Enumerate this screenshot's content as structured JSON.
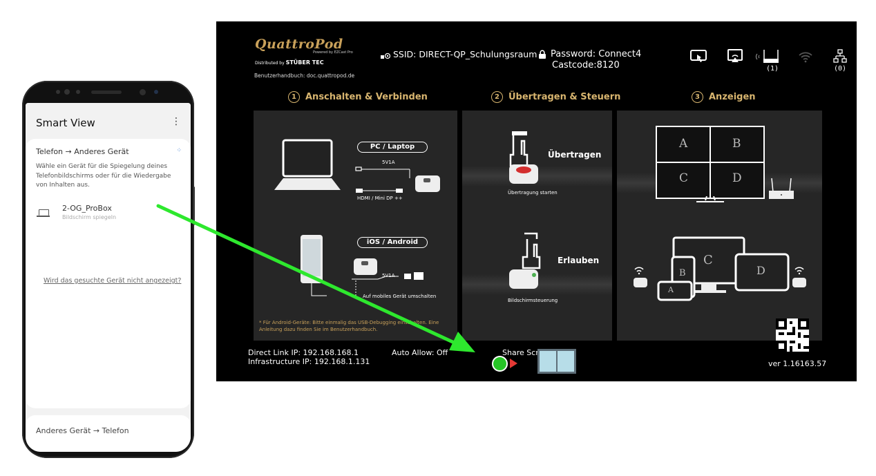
{
  "phone": {
    "app_title": "Smart View",
    "menu_icon": "more-vert-icon",
    "section1": {
      "title": "Telefon → Anderes Gerät",
      "description": "Wähle ein Gerät für die Spiegelung deines Telefonbildschirms oder für die Wiedergabe von Inhalten aus.",
      "devices": [
        {
          "icon": "laptop-icon",
          "name": "2-OG_ProBox",
          "subtitle": "Bildschirm spiegeln"
        }
      ],
      "not_found_link": "Wird das gesuchte Gerät nicht angezeigt?"
    },
    "section2": {
      "title": "Anderes Gerät → Telefon"
    }
  },
  "tv": {
    "logo": "QuattroPod",
    "powered_by": "Powered by EZCast Pro",
    "distributed_by": "Distributed by",
    "distributor": "STÜBER TEC",
    "manual": "Benutzerhandbuch: doc.quattropod.de",
    "ssid": "SSID: DIRECT-QP_Schulungsraum",
    "password": "Password: Connect4",
    "castcode": "Castcode:8120",
    "router_count": "(1)",
    "lan_count": "(0)",
    "steps": [
      {
        "num": "1",
        "label": "Anschalten & Verbinden"
      },
      {
        "num": "2",
        "label": "Übertragen & Steuern"
      },
      {
        "num": "3",
        "label": "Anzeigen"
      }
    ],
    "panel1": {
      "pc_label": "PC / Laptop",
      "pc_power": "5V1A",
      "pc_cable": "HDMI / Mini DP ++",
      "mobile_label": "iOS / Android",
      "mobile_power": "5V1A",
      "mobile_switch": "Auf mobiles Gerät umschalten",
      "note": "* Für Android-Geräte: Bitte einmalig das USB-Debugging einschalten. Eine Anleitung dazu finden Sie im Benutzerhandbuch."
    },
    "panel2": {
      "transfer_label": "Übertragen",
      "transfer_sub": "Übertragung starten",
      "allow_label": "Erlauben",
      "allow_sub": "Bildschirmsteuerung"
    },
    "panel3": {
      "quadrants": [
        "A",
        "B",
        "C",
        "D"
      ],
      "devices": [
        "A",
        "B",
        "C",
        "D"
      ]
    },
    "footer": {
      "direct_ip": "Direct Link IP: 192.168.168.1",
      "infra_ip": "Infrastructure IP: 192.168.1.131",
      "auto_allow": "Auto Allow: Off",
      "share_screen": "Share Scr",
      "version": "ver 1.16163.57"
    }
  },
  "colors": {
    "gold": "#d8b56f",
    "arrow": "#2ee82e",
    "panel": "#262626",
    "tv_bg": "#000000"
  }
}
